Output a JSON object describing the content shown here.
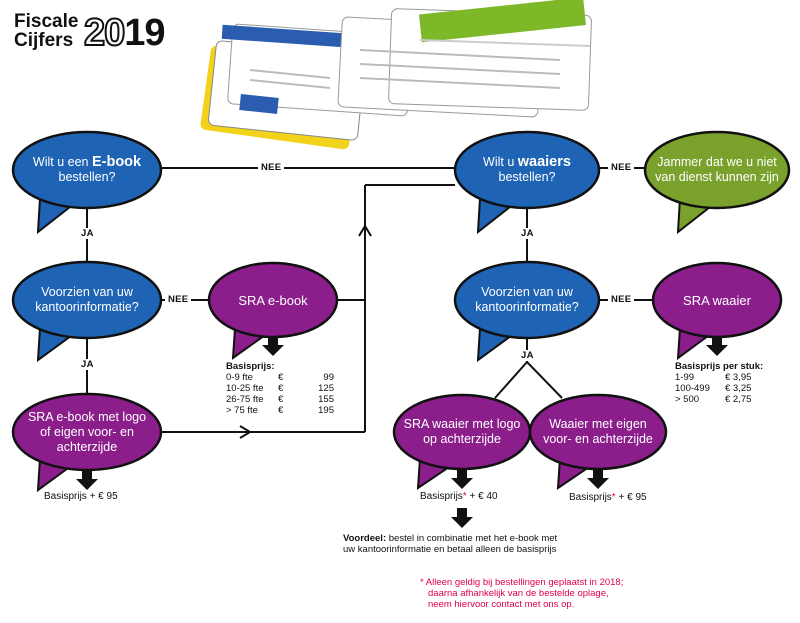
{
  "header": {
    "word1": "Fiscale",
    "word2": "Cijfers",
    "year_part1": "20",
    "year_part2": "19"
  },
  "colors": {
    "blue": "#1f63b5",
    "purple": "#8b1e8b",
    "green": "#7aa12c",
    "accent_red": "#e0004d"
  },
  "nodes": {
    "ebook_question": {
      "line1": "Wilt u een",
      "emph": "E-book",
      "line2": "bestellen?"
    },
    "waaier_question": {
      "line1": "Wilt u",
      "emph": "waaiers",
      "line2": "bestellen?"
    },
    "jammer": {
      "line1": "Jammer dat we u niet",
      "line2": "van dienst kunnen zijn"
    },
    "voorzien_left": {
      "line1": "Voorzien van uw",
      "line2": "kantoorinformatie?"
    },
    "voorzien_right": {
      "line1": "Voorzien van uw",
      "line2": "kantoorinformatie?"
    },
    "sra_ebook": {
      "label": "SRA e-book"
    },
    "sra_waaier": {
      "label": "SRA waaier"
    },
    "sra_ebook_logo": {
      "line1": "SRA e-book met logo",
      "line2": "of eigen voor- en",
      "line3": "achterzijde"
    },
    "sra_waaier_logo": {
      "line1": "SRA waaier met logo",
      "line2": "op achterzijde"
    },
    "waaier_eigen": {
      "line1": "Waaier met eigen",
      "line2": "voor- en achterzijde"
    }
  },
  "edges": {
    "nee1": "NEE",
    "nee2": "NEE",
    "nee3": "NEE",
    "nee4": "NEE",
    "ja1": "JA",
    "ja2": "JA",
    "ja3": "JA",
    "ja4": "JA"
  },
  "ebook_prices": {
    "title": "Basisprijs:",
    "rows": [
      {
        "range": "0-9 fte",
        "cur": "€",
        "amount": "99"
      },
      {
        "range": "10-25 fte",
        "cur": "€",
        "amount": "125"
      },
      {
        "range": "26-75 fte",
        "cur": "€",
        "amount": "155"
      },
      {
        "range": "> 75 fte",
        "cur": "€",
        "amount": "195"
      }
    ]
  },
  "waaier_prices": {
    "title": "Basisprijs per stuk:",
    "rows": [
      {
        "range": "1-99",
        "price": "€ 3,95"
      },
      {
        "range": "100-499",
        "price": "€ 3,25"
      },
      {
        "range": "> 500",
        "price": "€ 2,75"
      }
    ]
  },
  "results": {
    "ebook_logo": "Basisprijs + € 95",
    "waaier_logo_pre": "Basisprijs",
    "waaier_logo_post": " + € 40",
    "waaier_eigen_pre": "Basisprijs",
    "waaier_eigen_post": " + € 95",
    "star": "*"
  },
  "voordeel": {
    "bold": "Voordeel:",
    "text1": " bestel in combinatie met het e-book met",
    "text2": "uw kantoorinformatie en betaal alleen de basisprijs"
  },
  "footnote": {
    "line1": "* Alleen geldig bij bestellingen geplaatst in 2018;",
    "line2": "daarna afhankelijk van de bestelde oplage,",
    "line3": "neem hiervoor contact met ons op."
  }
}
